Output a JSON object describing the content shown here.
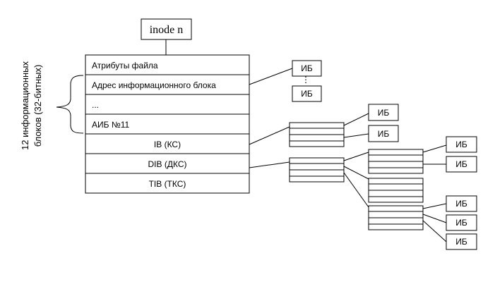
{
  "inode": {
    "title": "inode n"
  },
  "inode_rows": [
    "Атрибуты файла",
    "Адрес информационного блока",
    "...",
    "АИБ №11",
    "IB (КС)",
    "DIB (ДКС)",
    "TIB (ТКС)"
  ],
  "side_label": {
    "line1": "12 информационных",
    "line2": "блоков (32-битных)"
  },
  "block_label": "ИБ",
  "direct_gap": "⋮"
}
